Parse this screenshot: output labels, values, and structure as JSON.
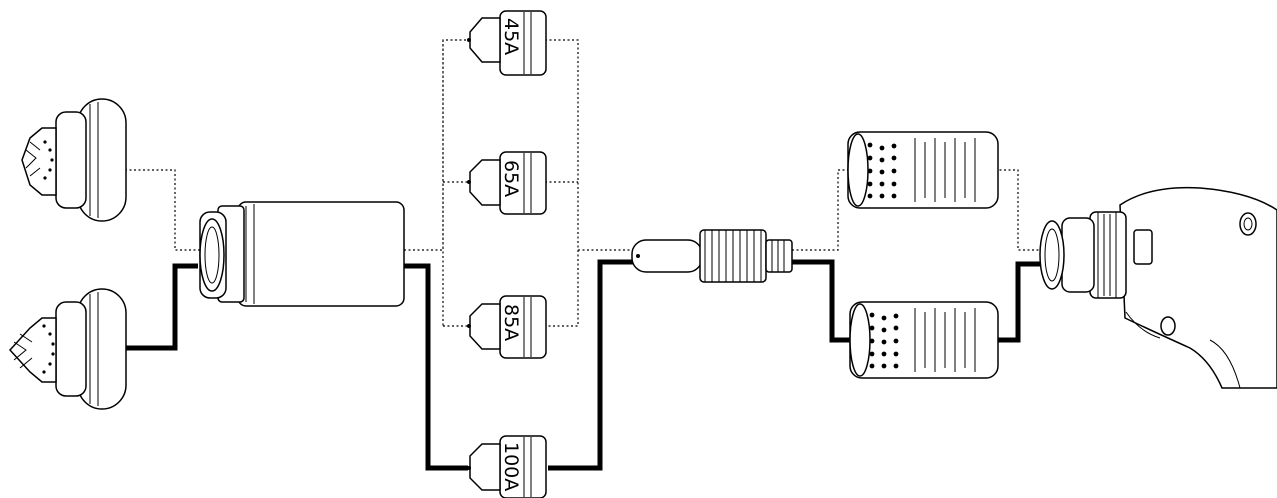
{
  "nozzles": [
    {
      "id": "45a",
      "label": "45A"
    },
    {
      "id": "65a",
      "label": "65A"
    },
    {
      "id": "85a",
      "label": "85A"
    },
    {
      "id": "100a",
      "label": "100A"
    }
  ],
  "line_styles": {
    "selected": "solid-thick",
    "alternate": "dotted"
  }
}
